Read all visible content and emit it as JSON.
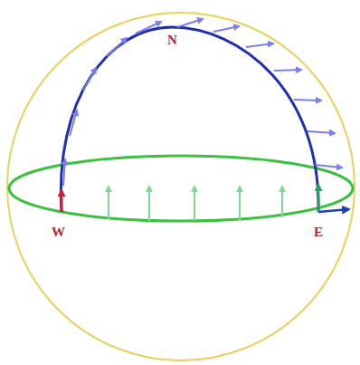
{
  "diagram": {
    "labels": [
      "N",
      "W",
      "E"
    ]
  }
}
